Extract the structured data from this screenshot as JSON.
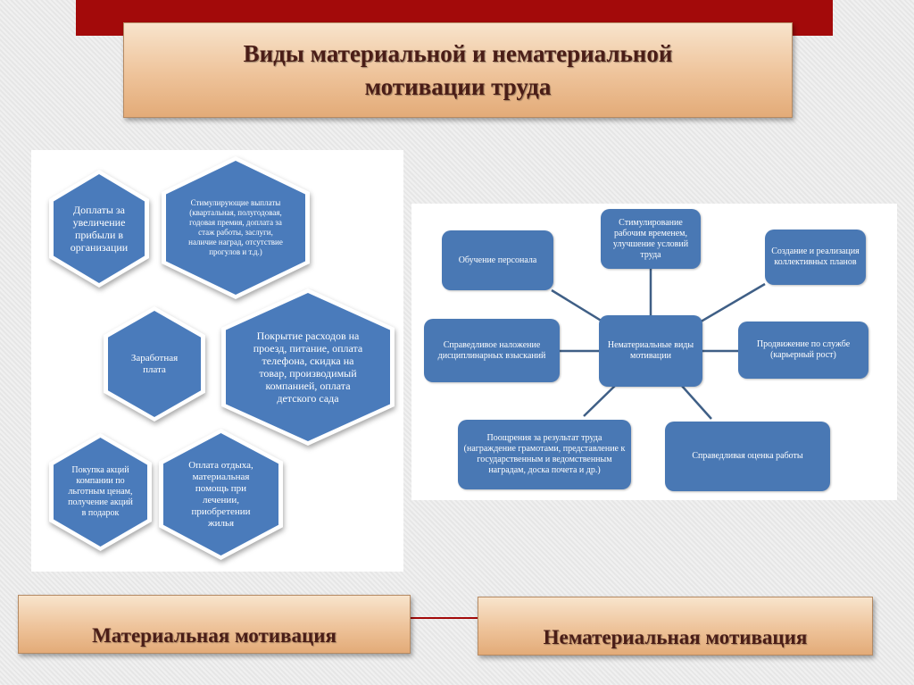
{
  "title": "Виды материальной и нематериальной\nмотивации труда",
  "material": {
    "label": "Материальная мотивация",
    "items": [
      "Доплаты за увеличение прибыли в организации",
      "Стимулирующие выплаты (квартальная, полугодовая, годовая премия, доплата за стаж работы, заслуги, наличие наград, отсутствие прогулов и т.д.)",
      "Заработная плата",
      "Покрытие расходов на проезд, питание, оплата телефона, скидка на товар, производимый компанией, оплата детского сада",
      "Покупка акций компании по льготным ценам, получение акций в подарок",
      "Оплата отдыха, материальная помощь при лечении, приобретении жилья"
    ]
  },
  "nonmaterial": {
    "label": "Нематериальная мотивация",
    "center": "Нематериальные виды мотивации",
    "items": [
      "Обучение персонала",
      "Стимулирование рабочим временем, улучшение условий труда",
      "Создание и реализация коллективных планов",
      "Справедливое наложение дисциплинарных взысканий",
      "Продвижение по службе (карьерный рост)",
      "Поощрения за результат труда (награждение грамотами, представление к государственным и ведомственным наградам, доска почета и др.)",
      "Справедливая оценка работы"
    ]
  },
  "colors": {
    "accent_red": "#a30a0a",
    "node_blue": "#4a7bbb",
    "title_text": "#4a1d17"
  }
}
